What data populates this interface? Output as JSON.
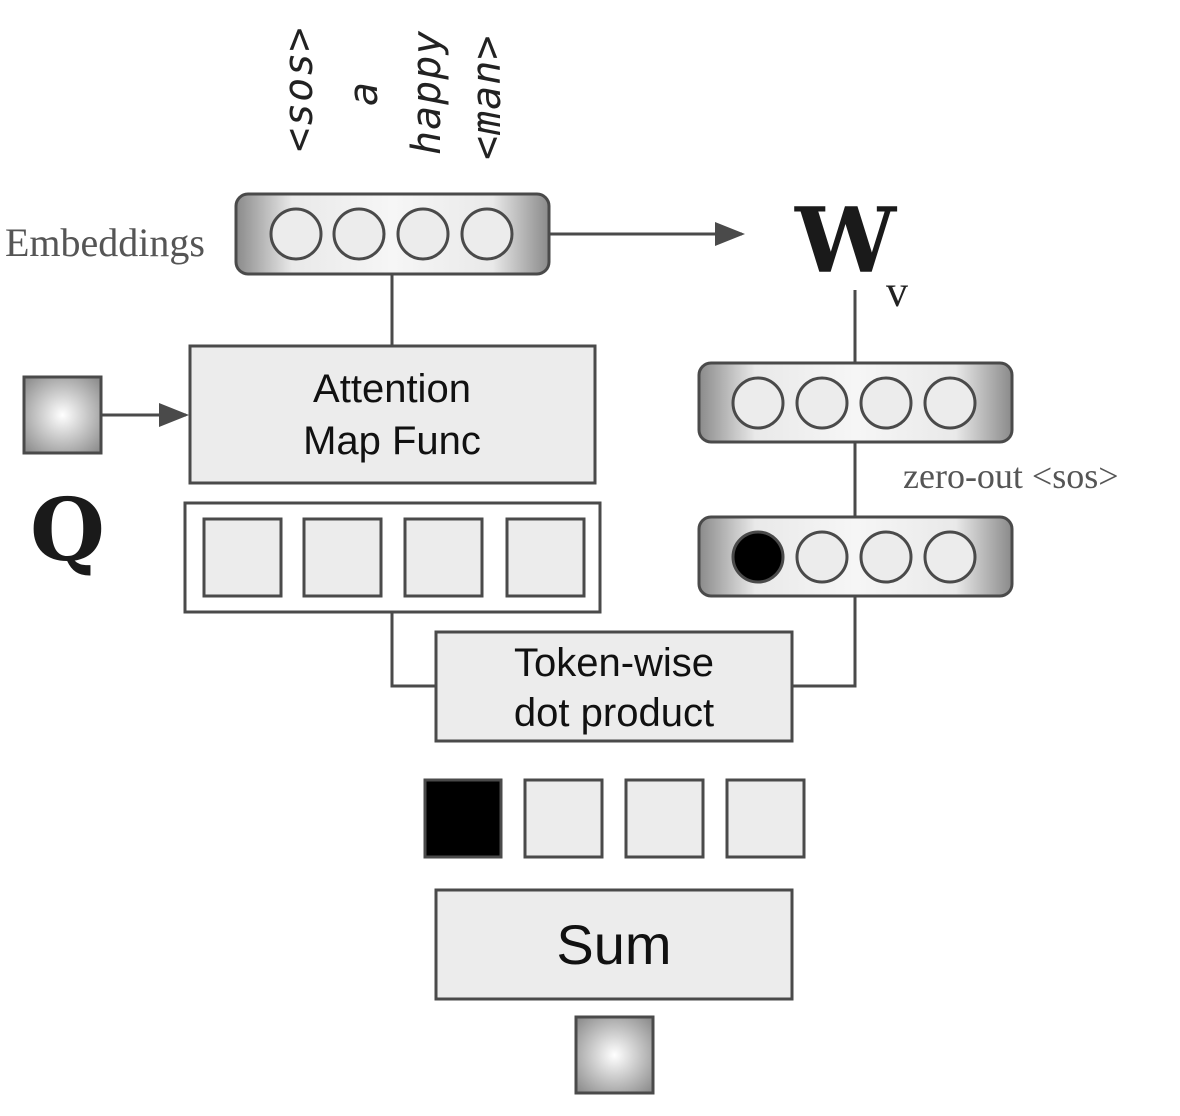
{
  "tokens": [
    "<sos>",
    "a",
    "happy",
    "<man>"
  ],
  "labels": {
    "embeddings": "Embeddings",
    "w": "W",
    "w_subscript": "v",
    "q": "Q",
    "zero_out": "zero-out <sos>",
    "attention_line1": "Attention",
    "attention_line2": "Map Func",
    "dot_line1": "Token-wise",
    "dot_line2": "dot product",
    "sum": "Sum"
  },
  "vectors": {
    "embeddings_cells": 4,
    "value_cells": 4,
    "masked_value_cells": [
      "filled",
      "empty",
      "empty",
      "empty"
    ],
    "attention_weights_cells": 4,
    "product_cells": [
      "filled",
      "empty",
      "empty",
      "empty"
    ]
  },
  "colors": {
    "stroke": "#4a4a4a",
    "box_fill": "#ececec",
    "filled_cell": "#000000",
    "gradient_dark": "#8a8a8a",
    "gradient_light": "#f4f4f4"
  }
}
